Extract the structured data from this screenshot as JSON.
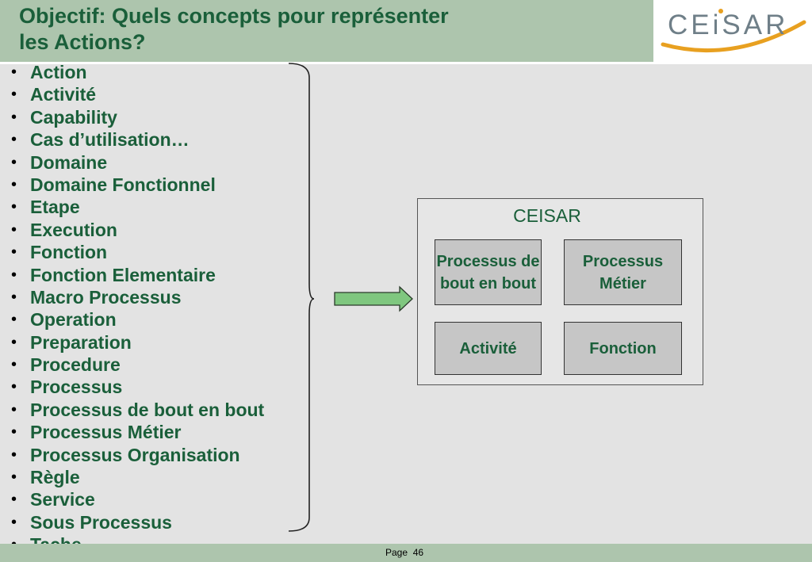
{
  "header": {
    "title_line1": "Objectif: Quels concepts pour représenter",
    "title_line2": "les Actions?"
  },
  "logo": {
    "text": "CEiSAR",
    "accent_color": "#e8a020"
  },
  "concept_list": [
    "Action",
    "Activité",
    "Capability",
    "Cas d’utilisation…",
    "Domaine",
    "Domaine Fonctionnel",
    "Etape",
    "Execution",
    "Fonction",
    "Fonction Elementaire",
    "Macro Processus",
    "Operation",
    "Preparation",
    "Procedure",
    "Processus",
    "Processus de bout en bout",
    "Processus Métier",
    "Processus Organisation",
    "Règle",
    "Service",
    "Sous Processus",
    "Tache"
  ],
  "ceisar_box": {
    "title": "CEISAR",
    "concepts": {
      "processus_bout_en_bout": "Processus de bout en bout",
      "processus_metier": "Processus Métier",
      "activite": "Activité",
      "fonction": "Fonction"
    }
  },
  "footer": {
    "page_label": "Page  46"
  },
  "colors": {
    "title": "#1a5f3a",
    "header_bg": "#adc5ad",
    "arrow_fill": "#7fc77f",
    "background": "#e3e3e3"
  }
}
